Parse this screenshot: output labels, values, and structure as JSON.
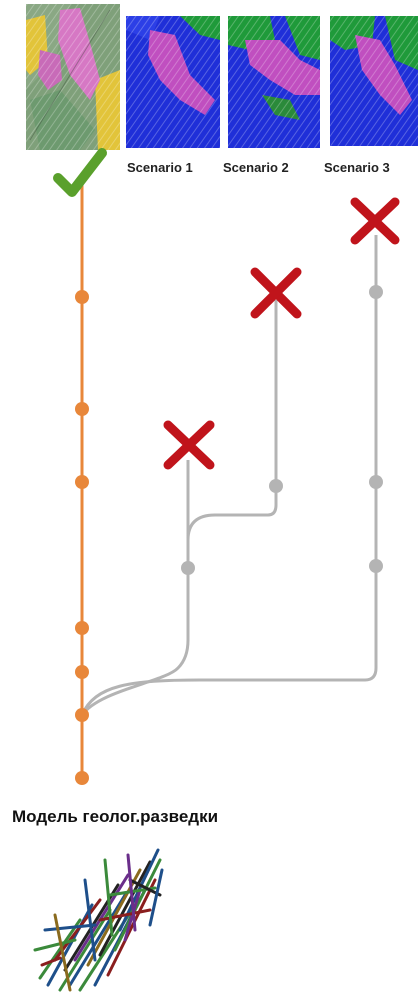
{
  "scenarios": {
    "labels": [
      "Scenario 1",
      "Scenario 2",
      "Scenario 3"
    ]
  },
  "model": {
    "label": "Модель геолог.разведки"
  },
  "colors": {
    "chosen_branch": "#e8873a",
    "rejected_branch": "#b4b4b4",
    "reject_mark": "#c0141b",
    "check_mark": "#5aa02c",
    "map_blue": "#1f2fd8",
    "map_green": "#1f9a3a",
    "map_magenta": "#c04fc0",
    "map_yellow": "#e2c43a"
  },
  "icons": {
    "accepted": "checkmark-icon",
    "rejected": "cross-icon"
  }
}
